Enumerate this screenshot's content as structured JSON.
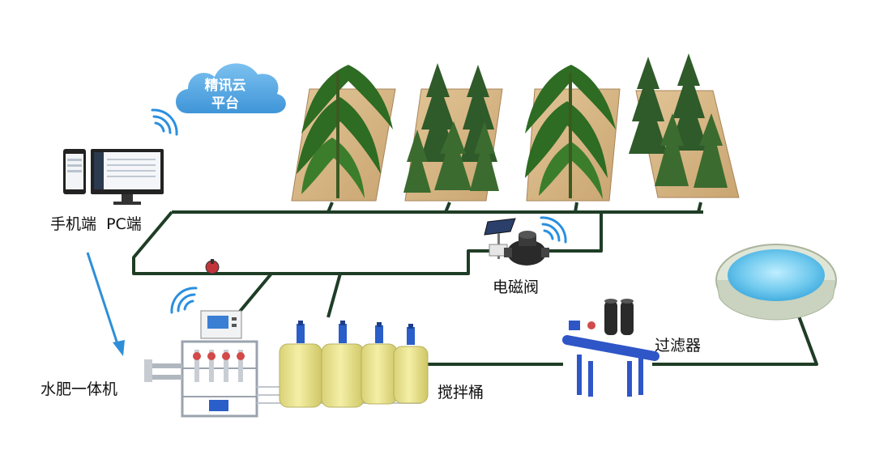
{
  "cloud": {
    "line1": "精讯云",
    "line2": "平台"
  },
  "labels": {
    "devices": "手机端  PC端",
    "fertigation_machine": "水肥一体机",
    "solenoid_valve": "电磁阀",
    "mixing_tanks": "搅拌桶",
    "filter": "过滤器"
  },
  "colors": {
    "pipe": "#1f3d26",
    "cloud": "#4da3e0",
    "wifi": "#2a8fe0",
    "arrow": "#2e8fd8",
    "tank": "#ece58c",
    "tank_cap": "#2a5ec9",
    "pool_water": "#6fc9ee",
    "soil": "#d8b98a"
  },
  "icons": [
    "cloud-icon",
    "wifi-icon",
    "phone-icon",
    "monitor-icon",
    "solar-panel-icon",
    "valve-icon",
    "filter-icon",
    "pool-icon"
  ]
}
